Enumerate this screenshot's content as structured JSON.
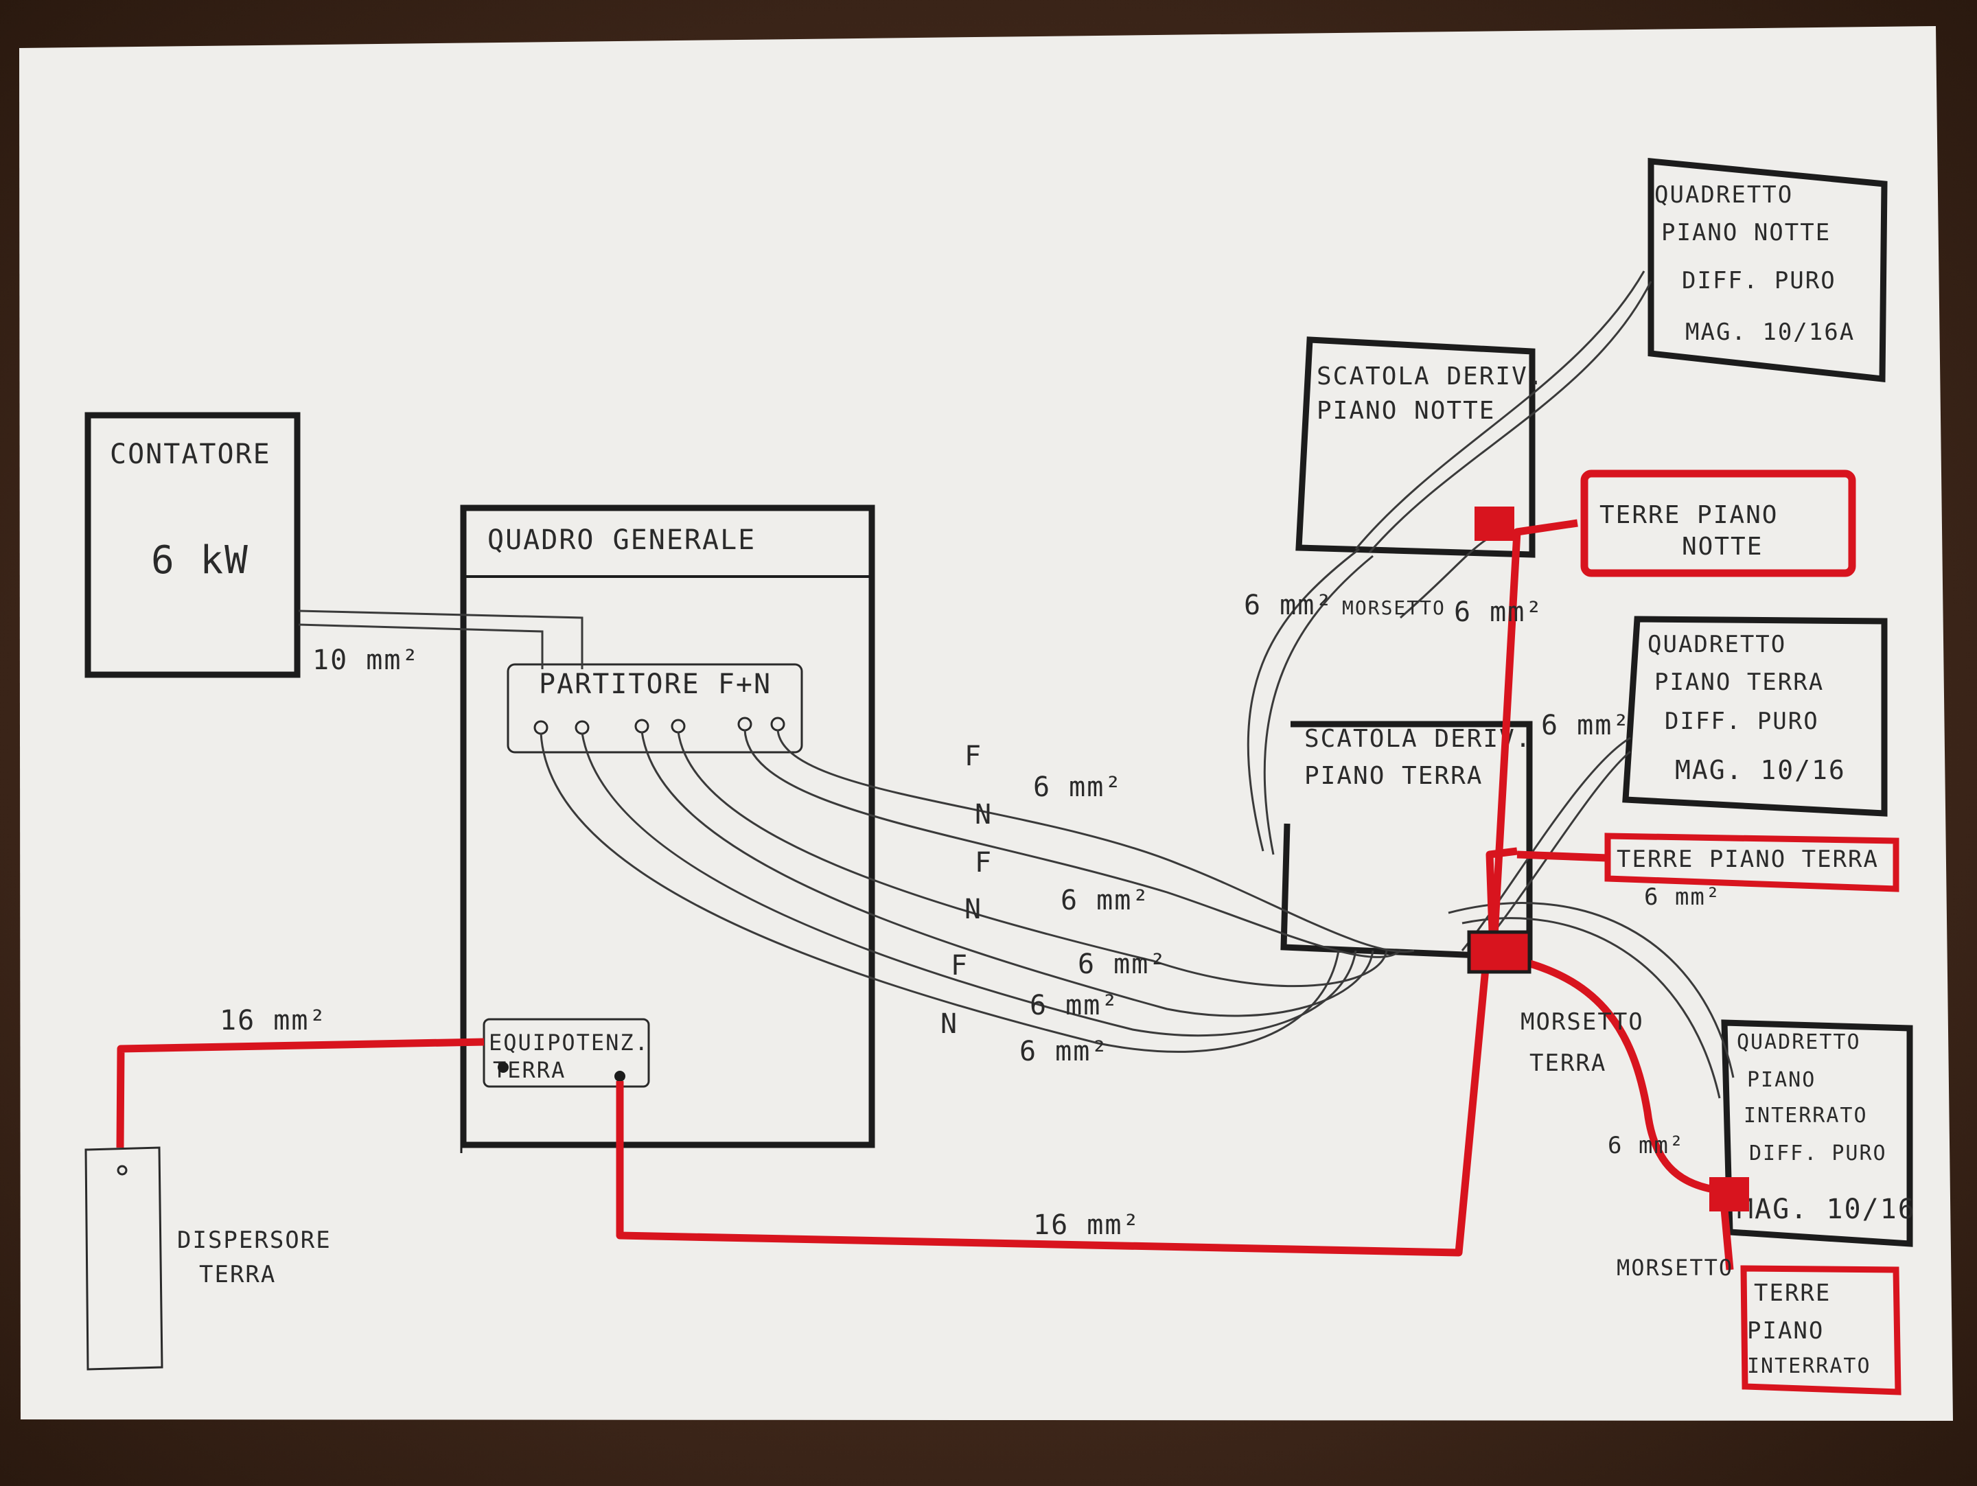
{
  "colors": {
    "background_wood": "#3a2418",
    "paper": "#efeeeb",
    "ink_black": "#1c1c1c",
    "wire_gray": "#3a3a3a",
    "earth_red": "#d8141e"
  },
  "boxes": {
    "contatore": {
      "title": "CONTATORE",
      "power": "6 kW"
    },
    "quadro_generale": {
      "title": "QUADRO GENERALE"
    },
    "partitore": {
      "label": "PARTITORE F+N"
    },
    "equipotenziale": {
      "line1": "EQUIPOTENZ.",
      "line2": "TERRA"
    },
    "dispersore": {
      "label1": "DISPERSORE",
      "label2": "TERRA"
    },
    "scatola_notte": {
      "line1": "SCATOLA DERIV.",
      "line2": "PIANO NOTTE"
    },
    "scatola_terra": {
      "line1": "SCATOLA DERIV.",
      "line2": "PIANO TERRA"
    },
    "quadretto_notte": {
      "line1": "QUADRETTO",
      "line2": "PIANO NOTTE",
      "line3": "DIFF. PURO",
      "line4": "MAG. 10/16A"
    },
    "quadretto_terra": {
      "line1": "QUADRETTO",
      "line2": "PIANO TERRA",
      "line3": "DIFF. PURO",
      "line4": "MAG. 10/16"
    },
    "quadretto_interrato": {
      "line1": "QUADRETTO",
      "line2": "PIANO",
      "line3": "INTERRATO",
      "line4": "DIFF. PURO",
      "line5": "MAG. 10/16"
    },
    "terre_notte": {
      "line1": "TERRE PIANO",
      "line2": "NOTTE"
    },
    "terre_terra": {
      "label": "TERRE PIANO TERRA"
    },
    "terre_interrato": {
      "line1": "TERRE",
      "line2": "PIANO",
      "line3": "INTERRATO"
    }
  },
  "wire_labels": {
    "main_feed": "10 mm²",
    "dispersore_link": "16 mm²",
    "ground_return": "16 mm²",
    "f1": "F",
    "n1": "N",
    "f2": "F",
    "n2": "N",
    "f3": "F",
    "n3": "N",
    "s1": "6 mm²",
    "s2": "6 mm²",
    "s3": "6 mm²",
    "s4": "6 mm²",
    "s5": "6 mm²",
    "notte_left": "6 mm²",
    "notte_right": "6 mm²",
    "morsetto_notte": "MORSETTO",
    "terra_right": "6 mm²",
    "interrato_top": "6 mm²",
    "interrato_ground": "6 mm²",
    "morsetto_terra_1": "MORSETTO",
    "morsetto_terra_2": "TERRA",
    "morsetto_interrato": "MORSETTO"
  }
}
